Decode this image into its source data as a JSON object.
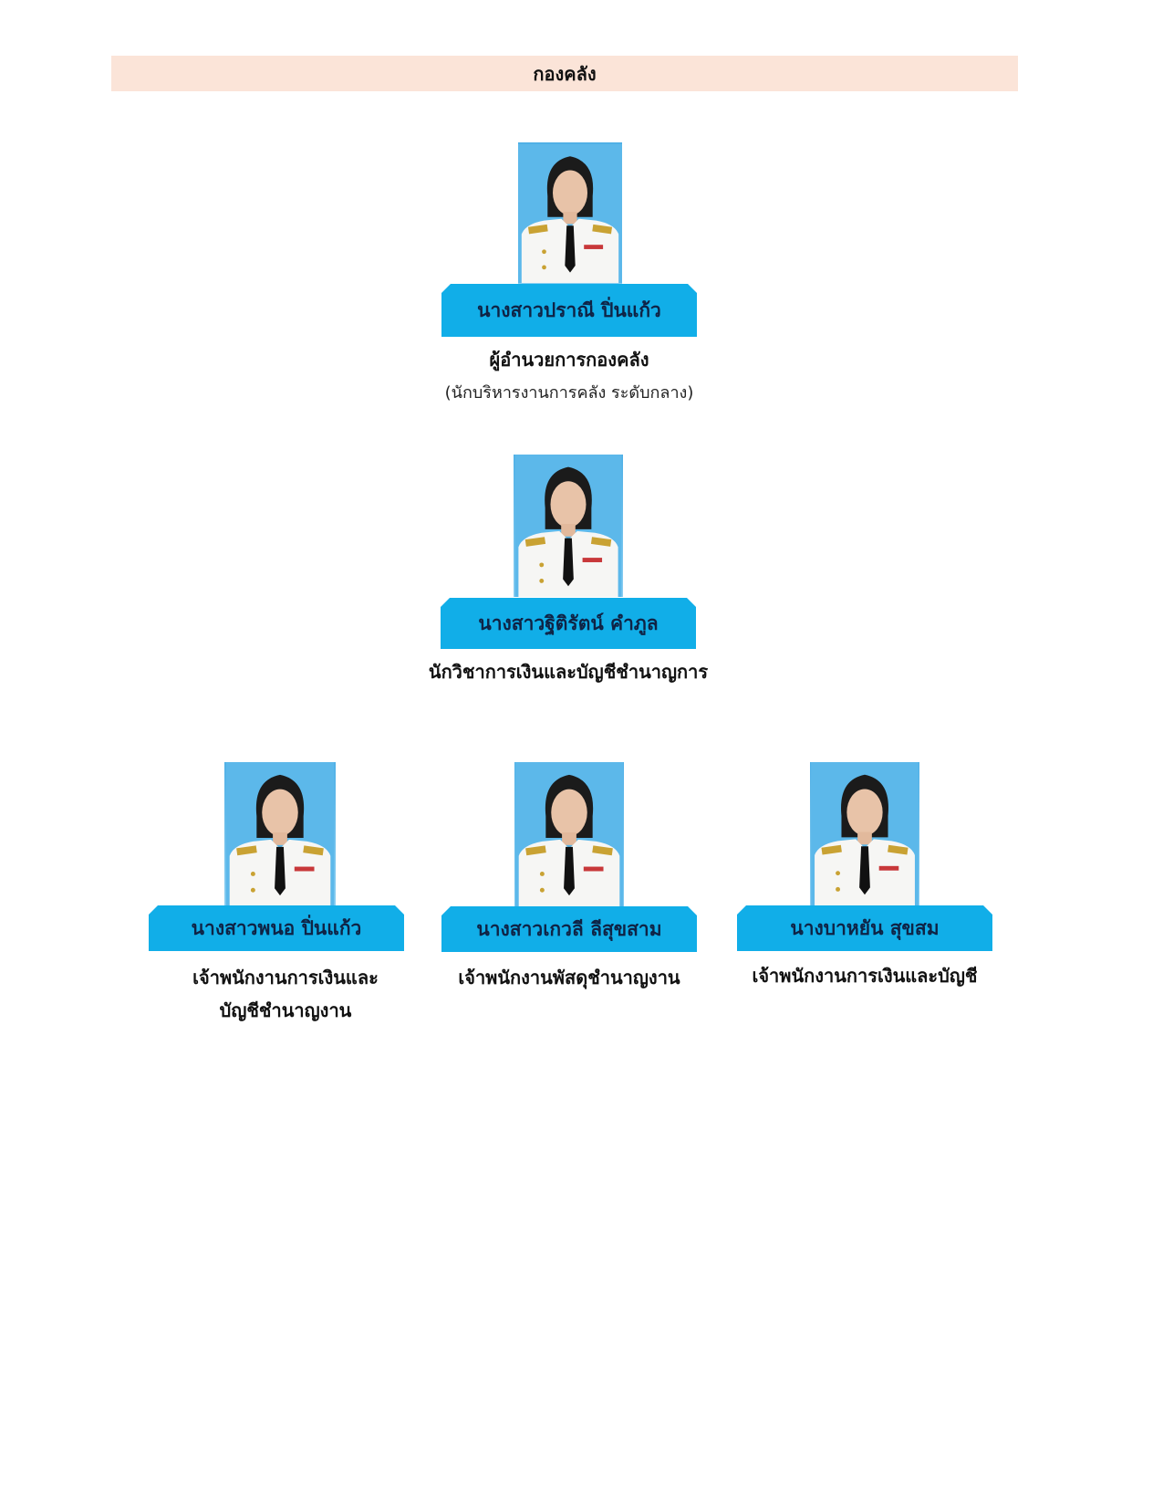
{
  "header": {
    "title": "กองคลัง"
  },
  "staff": [
    {
      "name": "นางสาวปราณี  ปิ่นแก้ว",
      "position": "ผู้อำนวยการกองคลัง",
      "subposition": "(นักบริหารงานการคลัง  ระดับกลาง)"
    },
    {
      "name": "นางสาวฐิติรัตน์  คำภูล",
      "position": "นักวิชาการเงินและบัญชีชำนาญการ"
    },
    {
      "name": "นางสาวพนอ  ปิ่นแก้ว",
      "position": "เจ้าพนักงานการเงินและบัญชีชำนาญงาน"
    },
    {
      "name": "นางสาวเกวลี  ลีสุขสาม",
      "position": "เจ้าพนักงานพัสดุชำนาญงาน"
    },
    {
      "name": "นางบาหยัน สุขสม",
      "position": "เจ้าพนักงานการเงินและบัญชี"
    }
  ]
}
